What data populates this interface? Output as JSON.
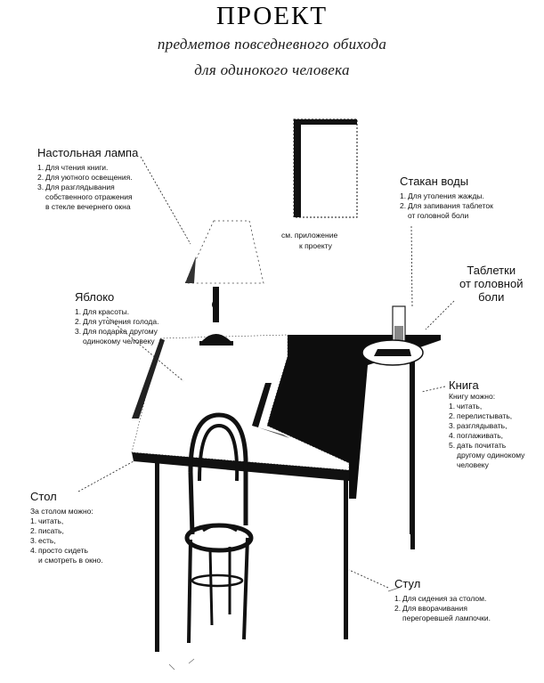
{
  "title": "ПРОЕКТ",
  "subtitle_line1": "предметов повседневного обихода",
  "subtitle_line2": "для одинокого человека",
  "annex_note": {
    "line1": "см. приложение",
    "line2": "к проекту"
  },
  "lamp": {
    "heading": "Настольная лампа",
    "items": [
      {
        "num": "1.",
        "text": "Для чтения книги."
      },
      {
        "num": "2.",
        "text": "Для уютного освещения."
      },
      {
        "num": "3.",
        "text": "Для разглядывания",
        "cont": [
          "собственного отражения",
          "в стекле вечернего окна"
        ]
      }
    ]
  },
  "glass": {
    "heading": "Стакан воды",
    "items": [
      {
        "num": "1.",
        "text": "Для утоления жажды."
      },
      {
        "num": "2.",
        "text": "Для запивания таблеток",
        "cont": [
          "от головной боли"
        ]
      }
    ]
  },
  "pills": {
    "line1": "Таблетки",
    "line2": "от головной",
    "line3": "боли"
  },
  "apple": {
    "heading": "Яблоко",
    "items": [
      {
        "num": "1.",
        "text": "Для красоты."
      },
      {
        "num": "2.",
        "text": "Для утоления голода."
      },
      {
        "num": "3.",
        "text": "Для подарка другому",
        "cont": [
          "одинокому человеку"
        ]
      }
    ]
  },
  "book": {
    "heading": "Книга",
    "intro": "Книгу можно:",
    "items": [
      {
        "num": "1.",
        "text": "читать,"
      },
      {
        "num": "2.",
        "text": "перелистывать,"
      },
      {
        "num": "3.",
        "text": "разглядывать,"
      },
      {
        "num": "4.",
        "text": "поглаживать,"
      },
      {
        "num": "5.",
        "text": "дать почитать",
        "cont": [
          "другому одинокому",
          "человеку"
        ]
      }
    ]
  },
  "table": {
    "heading": "Стол",
    "intro": "За столом можно:",
    "items": [
      {
        "num": "1.",
        "text": "читать,"
      },
      {
        "num": "2.",
        "text": "писать,"
      },
      {
        "num": "3.",
        "text": "есть,"
      },
      {
        "num": "4.",
        "text": "просто сидеть",
        "cont": [
          "и смотреть в окно."
        ]
      }
    ]
  },
  "chair": {
    "heading": "Стул",
    "items": [
      {
        "num": "1.",
        "text": "Для сидения за столом."
      },
      {
        "num": "2.",
        "text": "Для вворачивания",
        "cont": [
          "перегоревшей лампочки."
        ]
      }
    ]
  },
  "colors": {
    "ink": "#111111",
    "paper": "#ffffff"
  }
}
